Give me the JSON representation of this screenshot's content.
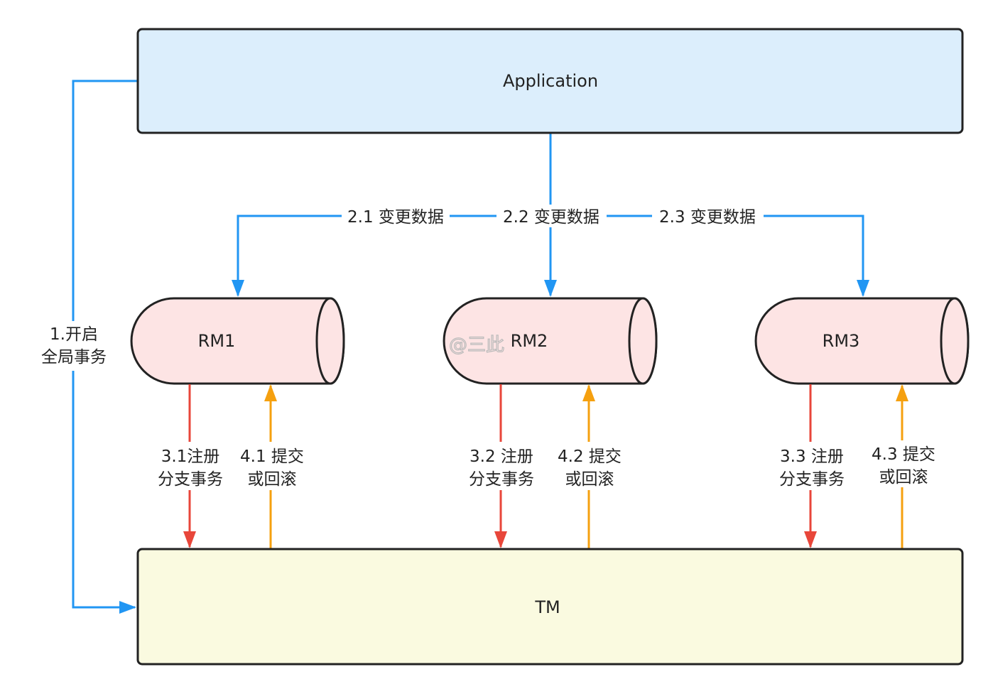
{
  "colors": {
    "application_fill": "#dceefc",
    "rm_fill": "#fde4e4",
    "tm_fill": "#fafae0",
    "stroke": "#222222",
    "blue_arrow": "#2196f3",
    "red_arrow": "#e8463a",
    "orange_arrow": "#f5a00f"
  },
  "nodes": {
    "application": "Application",
    "rm1": "RM1",
    "rm2": "RM2",
    "rm3": "RM3",
    "tm": "TM"
  },
  "edges": {
    "begin_global_line1": "1.开启",
    "begin_global_line2": "全局事务",
    "change_data_1": "2.1 变更数据",
    "change_data_2": "2.2 变更数据",
    "change_data_3": "2.3 变更数据",
    "register_1_line1": "3.1注册",
    "register_1_line2": "分支事务",
    "register_2_line1": "3.2 注册",
    "register_2_line2": "分支事务",
    "register_3_line1": "3.3 注册",
    "register_3_line2": "分支事务",
    "commit_1_line1": "4.1 提交",
    "commit_1_line2": "或回滚",
    "commit_2_line1": "4.2 提交",
    "commit_2_line2": "或回滚",
    "commit_3_line1": "4.3 提交",
    "commit_3_line2": "或回滚"
  },
  "watermark": "@三此"
}
